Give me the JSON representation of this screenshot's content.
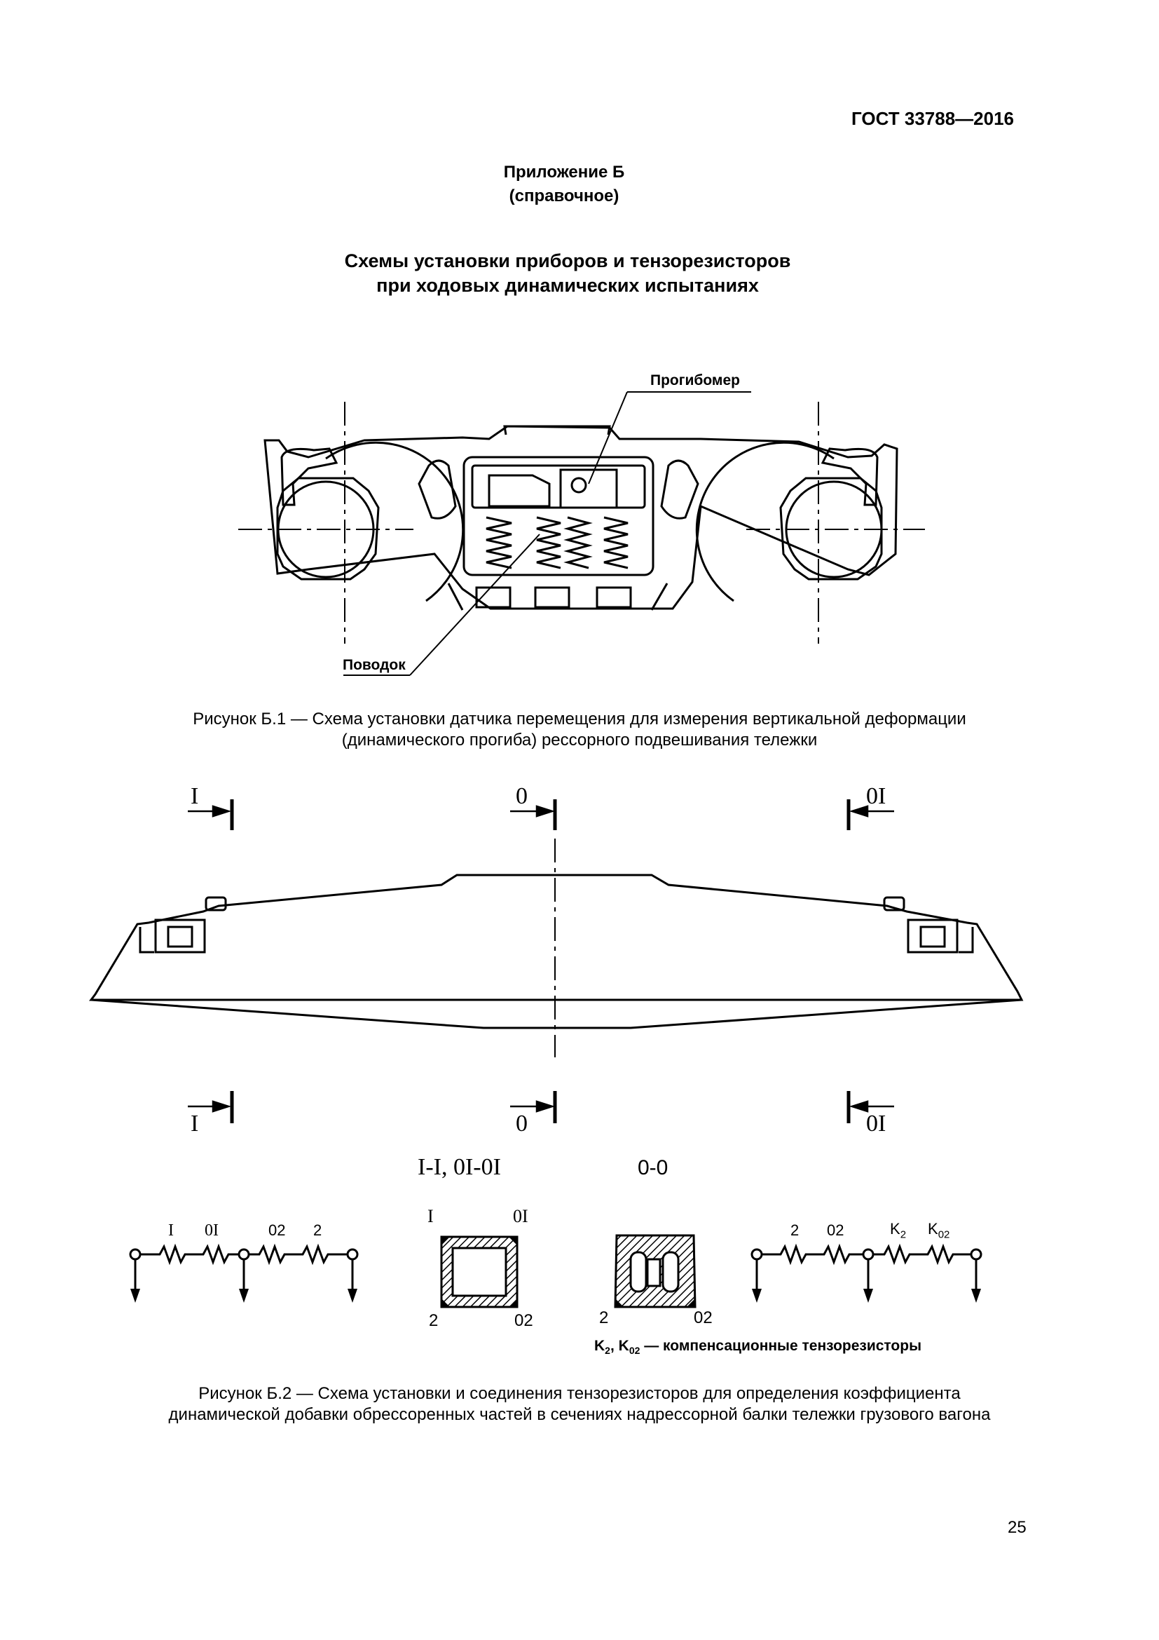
{
  "header": {
    "standard": "ГОСТ 33788—2016"
  },
  "appendix": {
    "title": "Приложение Б",
    "subtitle": "(справочное)"
  },
  "heading": {
    "line1": "Схемы установки приборов и тензорезисторов",
    "line2": "при ходовых динамических испытаниях"
  },
  "figure1": {
    "label_deflectometer": "Прогибомер",
    "label_link": "Поводок",
    "caption_line1": "Рисунок Б.1 — Схема установки датчика перемещения для измерения вертикальной деформации",
    "caption_line2": "(динамического прогиба) рессорного подвешивания тележки"
  },
  "figure2": {
    "section_marks": {
      "left": "I",
      "center": "0",
      "right": "0I"
    },
    "section_title_a": "I-I, 0I-0I",
    "section_title_b": "0-0",
    "left_circuit": {
      "r1": "I",
      "r2": "0I",
      "r3": "02",
      "r4": "2"
    },
    "box_section": {
      "top_left": "I",
      "top_right": "0I",
      "bottom_left": "2",
      "bottom_right": "02"
    },
    "center_section": {
      "bottom_left": "2",
      "bottom_right": "02"
    },
    "right_circuit": {
      "r1": "2",
      "r2": "02",
      "r3_base": "K",
      "r3_sub": "2",
      "r4_base": "K",
      "r4_sub": "02"
    },
    "note": {
      "k_base": "K",
      "k_sub": "2",
      "sep": ", ",
      "k02_base": "K",
      "k02_sub": "02",
      "text": " — компенсационные тензорезисторы"
    },
    "caption_line1": "Рисунок Б.2 — Схема установки и соединения тензорезисторов для определения коэффициента",
    "caption_line2": "динамической добавки обрессоренных частей в сечениях надрессорной балки тележки грузового вагона"
  },
  "footer": {
    "page_number": "25"
  }
}
